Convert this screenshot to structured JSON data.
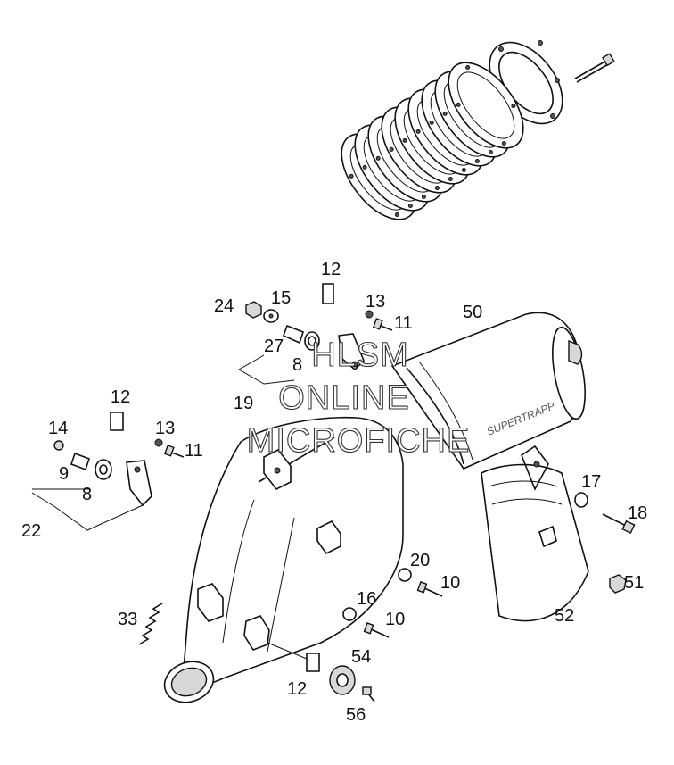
{
  "diagram": {
    "watermark": [
      "HLSM",
      "ONLINE",
      "MICROFICHE"
    ],
    "brand_text": "SUPERTRAPP",
    "part_labels": {
      "p50": "50",
      "p12a": "12",
      "p24": "24",
      "p15": "15",
      "p13a": "13",
      "p11a": "11",
      "p27": "27",
      "p8a": "8",
      "p19": "19",
      "p12b": "12",
      "p14": "14",
      "p13b": "13",
      "p11b": "11",
      "p9": "9",
      "p8b": "8",
      "p22": "22",
      "p17": "17",
      "p18": "18",
      "p20": "20",
      "p10a": "10",
      "p16": "16",
      "p10b": "10",
      "p51": "51",
      "p52": "52",
      "p33": "33",
      "p54": "54",
      "p12c": "12",
      "p56": "56"
    }
  }
}
